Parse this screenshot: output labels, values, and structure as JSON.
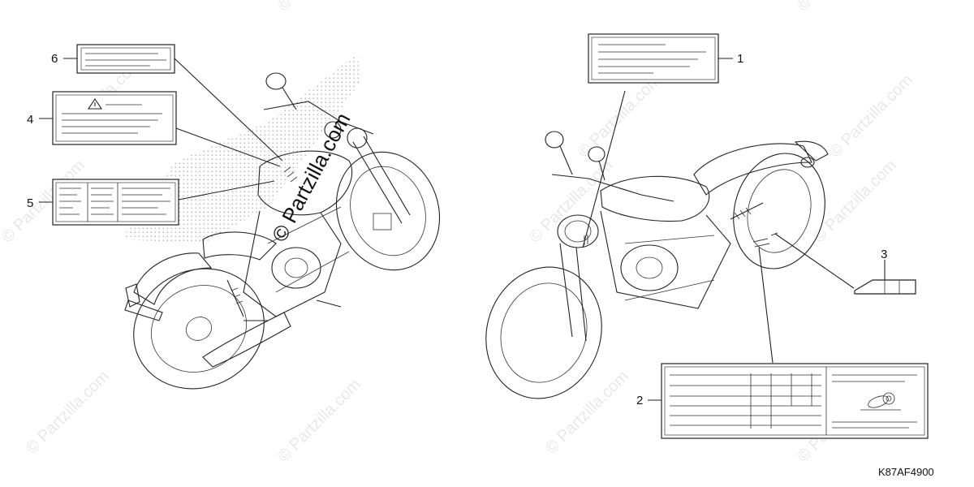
{
  "watermark": {
    "text": "© Partzilla.com",
    "color": "#e6e6e6"
  },
  "callouts": [
    "1",
    "2",
    "3",
    "4",
    "5",
    "6"
  ],
  "diagram_code": "K87AF4900",
  "icons": [
    "warning-triangle-icon",
    "tire-pressure-icon"
  ]
}
